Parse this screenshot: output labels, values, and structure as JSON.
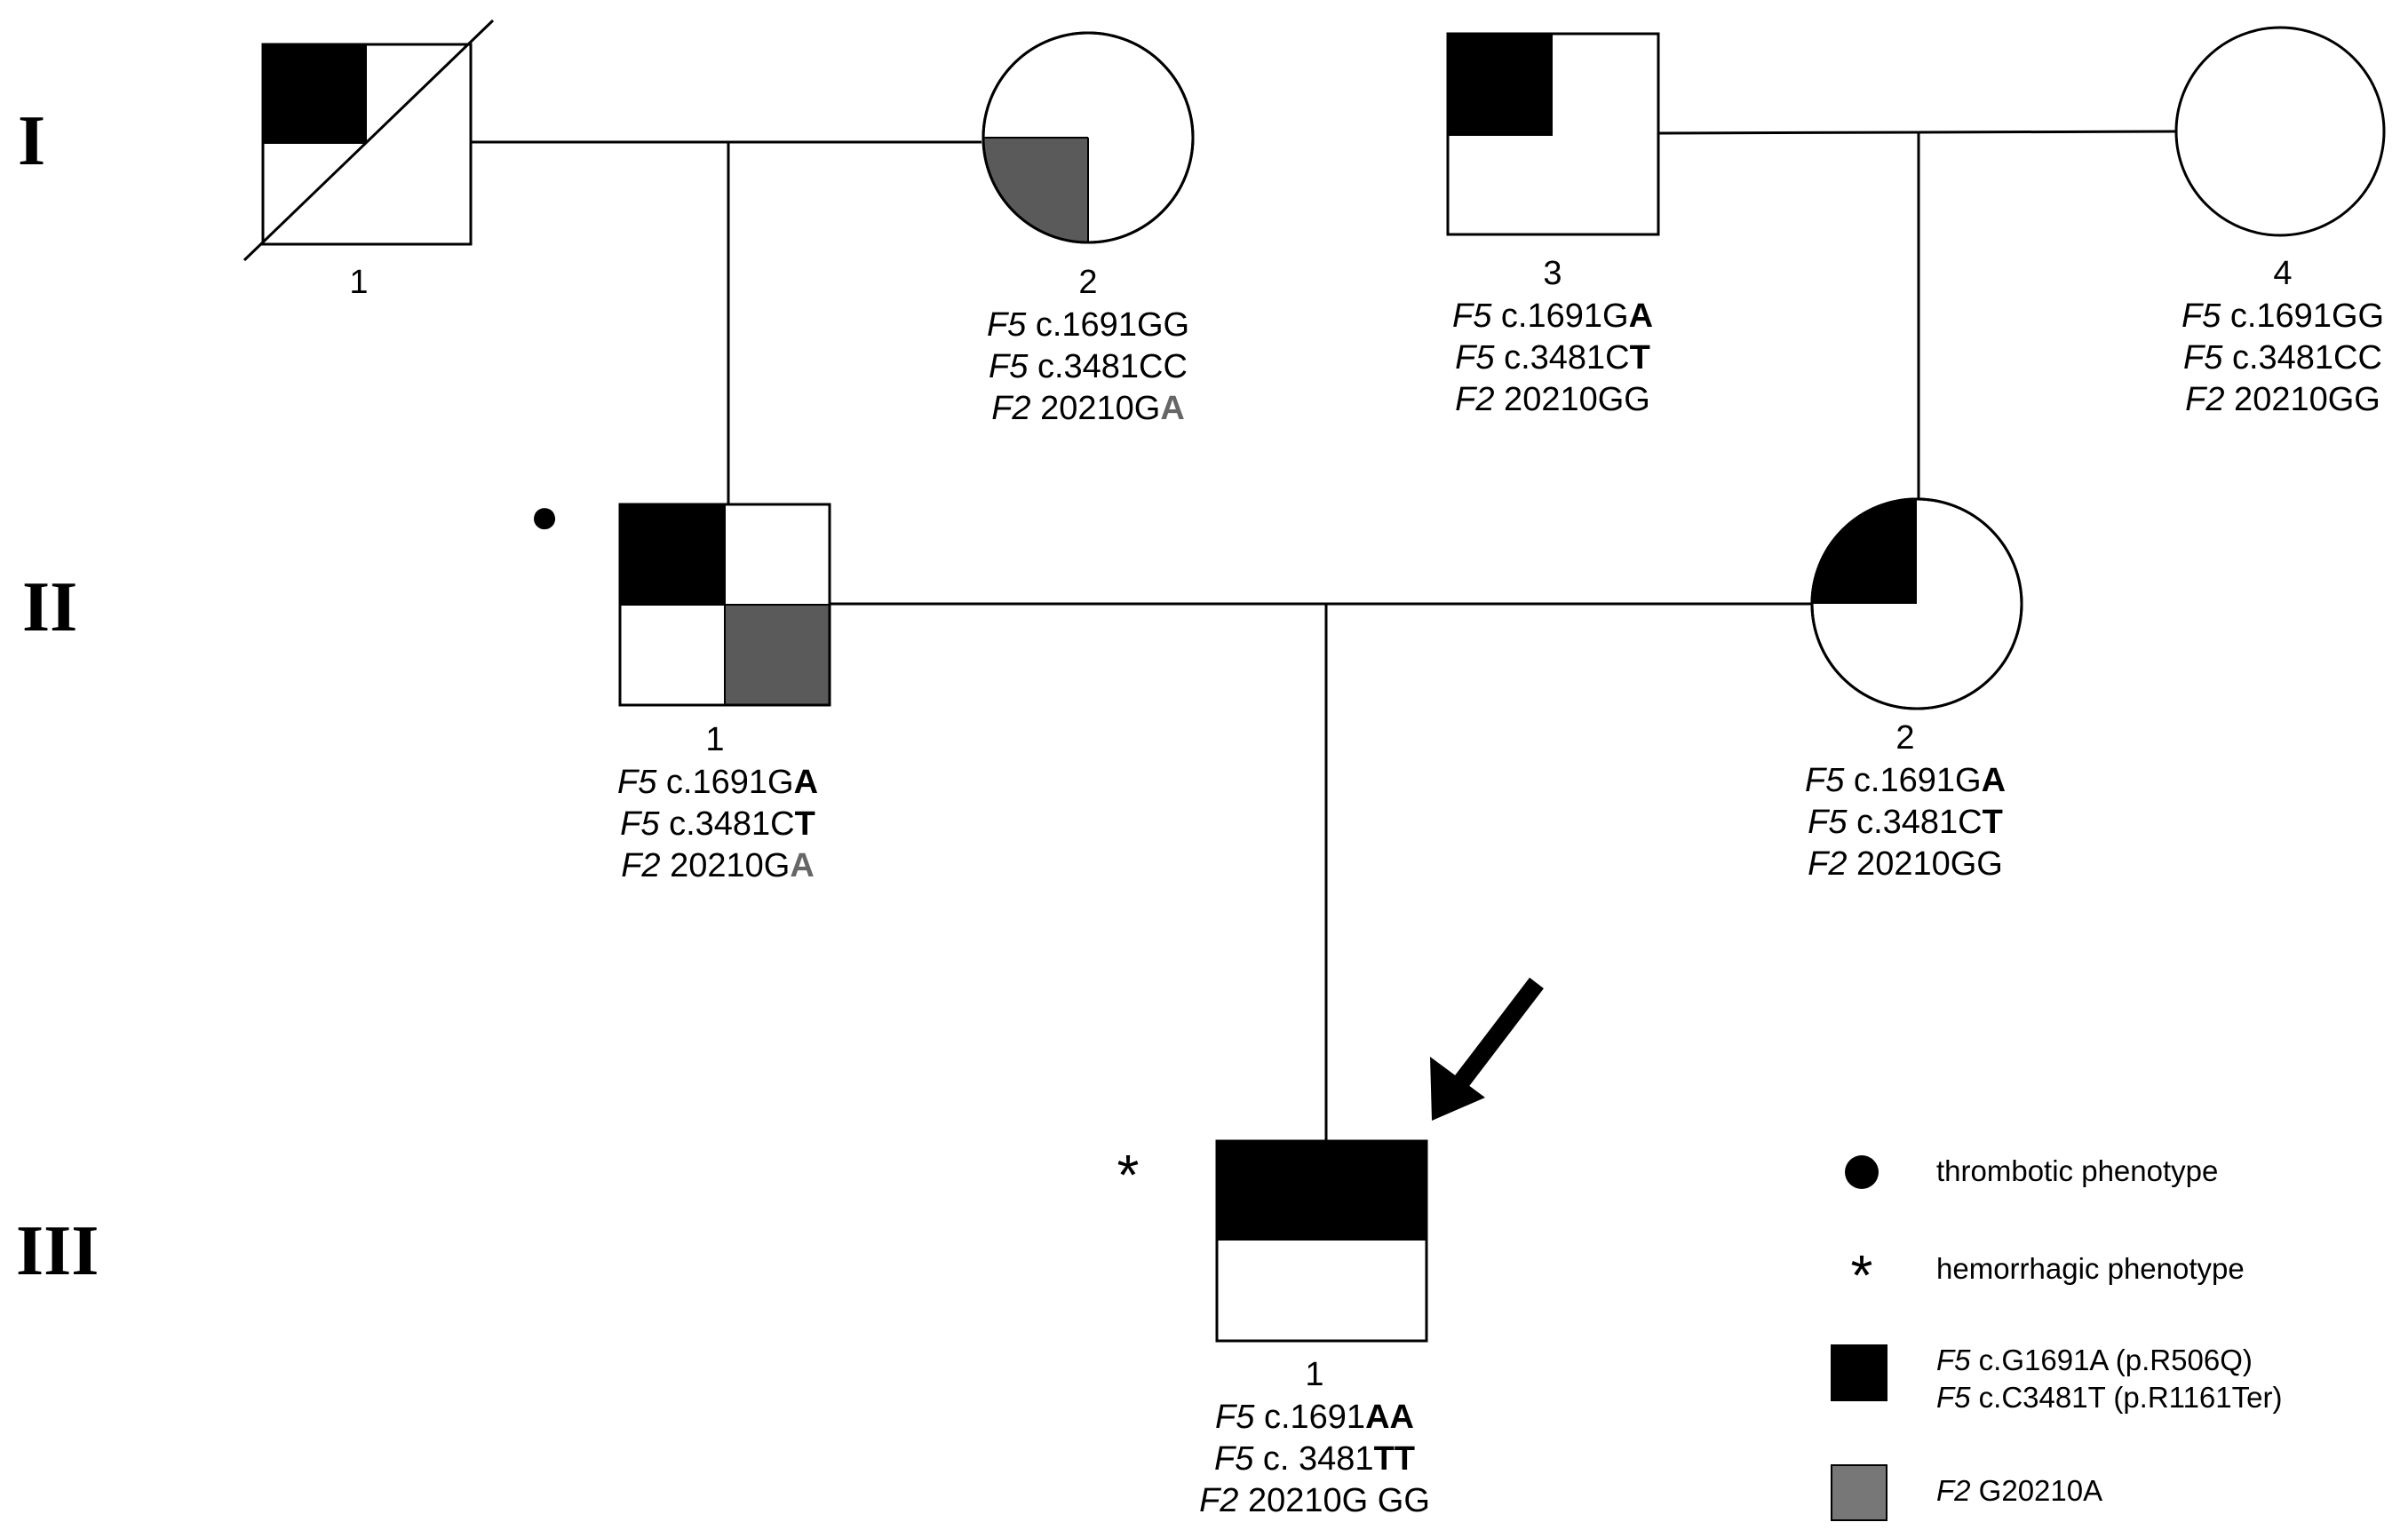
{
  "generations": [
    {
      "id": "gen-1",
      "label": "I"
    },
    {
      "id": "gen-2",
      "label": "II"
    },
    {
      "id": "gen-3",
      "label": "III"
    }
  ],
  "individuals": {
    "I1": {
      "index": "1",
      "sex": "male",
      "deceased": true,
      "genotype": []
    },
    "I2": {
      "index": "2",
      "sex": "female",
      "genotype": [
        [
          {
            "t": "F5",
            "s": "gene"
          },
          {
            "t": " c.1691GG"
          }
        ],
        [
          {
            "t": "F5",
            "s": "gene"
          },
          {
            "t": " c.3481CC"
          }
        ],
        [
          {
            "t": "F2",
            "s": "gene"
          },
          {
            "t": " 20210G"
          },
          {
            "t": "A",
            "s": "allele-g"
          }
        ]
      ]
    },
    "I3": {
      "index": "3",
      "sex": "male",
      "genotype": [
        [
          {
            "t": "F5",
            "s": "gene"
          },
          {
            "t": " c.1691G"
          },
          {
            "t": "A",
            "s": "allele-b"
          }
        ],
        [
          {
            "t": "F5",
            "s": "gene"
          },
          {
            "t": " c.3481C"
          },
          {
            "t": "T",
            "s": "allele-b"
          }
        ],
        [
          {
            "t": "F2",
            "s": "gene"
          },
          {
            "t": " 20210GG"
          }
        ]
      ]
    },
    "I4": {
      "index": "4",
      "sex": "female",
      "genotype": [
        [
          {
            "t": "F5",
            "s": "gene"
          },
          {
            "t": " c.1691GG"
          }
        ],
        [
          {
            "t": "F5",
            "s": "gene"
          },
          {
            "t": " c.3481CC"
          }
        ],
        [
          {
            "t": "F2",
            "s": "gene"
          },
          {
            "t": " 20210GG"
          }
        ]
      ]
    },
    "II1": {
      "index": "1",
      "sex": "male",
      "genotype": [
        [
          {
            "t": "F5",
            "s": "gene"
          },
          {
            "t": " c.1691G"
          },
          {
            "t": "A",
            "s": "allele-b"
          }
        ],
        [
          {
            "t": "F5",
            "s": "gene"
          },
          {
            "t": " c.3481C"
          },
          {
            "t": "T",
            "s": "allele-b"
          }
        ],
        [
          {
            "t": "F2",
            "s": "gene"
          },
          {
            "t": " 20210G"
          },
          {
            "t": "A",
            "s": "allele-g"
          }
        ]
      ]
    },
    "II2": {
      "index": "2",
      "sex": "female",
      "genotype": [
        [
          {
            "t": "F5",
            "s": "gene"
          },
          {
            "t": " c.1691G"
          },
          {
            "t": "A",
            "s": "allele-b"
          }
        ],
        [
          {
            "t": "F5",
            "s": "gene"
          },
          {
            "t": " c.3481C"
          },
          {
            "t": "T",
            "s": "allele-b"
          }
        ],
        [
          {
            "t": "F2",
            "s": "gene"
          },
          {
            "t": " 20210GG"
          }
        ]
      ]
    },
    "III1": {
      "index": "1",
      "sex": "male",
      "proband": true,
      "genotype": [
        [
          {
            "t": "F5",
            "s": "gene"
          },
          {
            "t": " c.1691"
          },
          {
            "t": "AA",
            "s": "allele-b"
          }
        ],
        [
          {
            "t": "F5",
            "s": "gene"
          },
          {
            "t": " c. 3481"
          },
          {
            "t": "TT",
            "s": "allele-b"
          }
        ],
        [
          {
            "t": "F2",
            "s": "gene"
          },
          {
            "t": " 20210G GG"
          }
        ]
      ]
    }
  },
  "phenotype_markers": {
    "thrombotic_symbol": "●",
    "hemorrhagic_symbol": "*"
  },
  "legend": {
    "items": [
      {
        "key": "thrombotic",
        "lines": [
          [
            {
              "t": "thrombotic phenotype"
            }
          ]
        ]
      },
      {
        "key": "hemorrhagic",
        "lines": [
          [
            {
              "t": "hemorrhagic phenotype"
            }
          ]
        ]
      },
      {
        "key": "f5",
        "color": "#000000",
        "lines": [
          [
            {
              "t": "F5",
              "s": "gene"
            },
            {
              "t": " c.G1691A (p.R506Q)"
            }
          ],
          [
            {
              "t": "F5",
              "s": "gene"
            },
            {
              "t": " c.C3481T  (p.R1161Ter)"
            }
          ]
        ]
      },
      {
        "key": "f2",
        "color": "#777777",
        "lines": [
          [
            {
              "t": "F2",
              "s": "gene"
            },
            {
              "t": " G20210A"
            }
          ]
        ]
      }
    ]
  },
  "colors": {
    "f5_variant": "#000000",
    "f2_variant": "#5a5a5a",
    "f2_legend": "#777777"
  }
}
